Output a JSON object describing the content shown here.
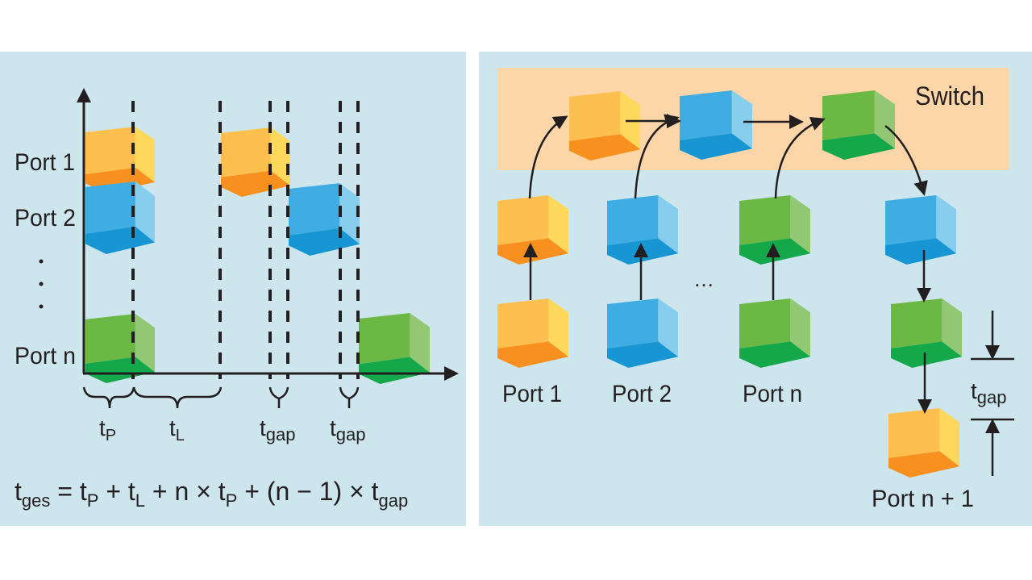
{
  "colors": {
    "panel_bg": "#cde6ee",
    "switch_bg": "#fcd6a8",
    "ink": "#231f20",
    "yellow": {
      "front": "#fdc04e",
      "side": "#fdd85a",
      "bottom": "#f7901e"
    },
    "blue": {
      "front": "#3fade3",
      "side": "#87cdee",
      "bottom": "#1796d3"
    },
    "green": {
      "front": "#6cb845",
      "side": "#92c774",
      "bottom": "#14a84b"
    }
  },
  "left_panel": {
    "y_labels": [
      "Port 1",
      "Port 2",
      "Port n"
    ],
    "ellipsis": "·",
    "intervals": [
      {
        "base": "t",
        "sub": "P"
      },
      {
        "base": "t",
        "sub": "L"
      },
      {
        "base": "t",
        "sub": "gap"
      },
      {
        "base": "t",
        "sub": "gap"
      }
    ],
    "formula": {
      "lhs_base": "t",
      "lhs_sub": "ges",
      "eq": "=",
      "t1_base": "t",
      "t1_sub": "P",
      "plus1": "+",
      "t2_base": "t",
      "t2_sub": "L",
      "plus2": "+",
      "n": "n",
      "times1": "×",
      "t3_base": "t",
      "t3_sub": "P",
      "plus3": "+",
      "paren": "(n − 1)",
      "times2": "×",
      "t4_base": "t",
      "t4_sub": "gap"
    },
    "packets": [
      {
        "port": "Port 1",
        "color": "yellow",
        "slot": "first"
      },
      {
        "port": "Port 2",
        "color": "blue",
        "slot": "first"
      },
      {
        "port": "Port n",
        "color": "green",
        "slot": "first"
      },
      {
        "port": "Port 1",
        "color": "yellow",
        "slot": "after-latency"
      },
      {
        "port": "Port 2",
        "color": "blue",
        "slot": "after-gap-1"
      },
      {
        "port": "Port n",
        "color": "green",
        "slot": "after-gap-n"
      }
    ]
  },
  "right_panel": {
    "switch_label": "Switch",
    "input_ports": [
      "Port 1",
      "Port 2",
      "Port n"
    ],
    "ellipsis": "…",
    "output_port": "Port n + 1",
    "gap_label": {
      "base": "t",
      "sub": "gap"
    },
    "switch_queue": [
      "yellow",
      "blue",
      "green"
    ],
    "output_queue": [
      "blue",
      "green",
      "yellow"
    ]
  }
}
